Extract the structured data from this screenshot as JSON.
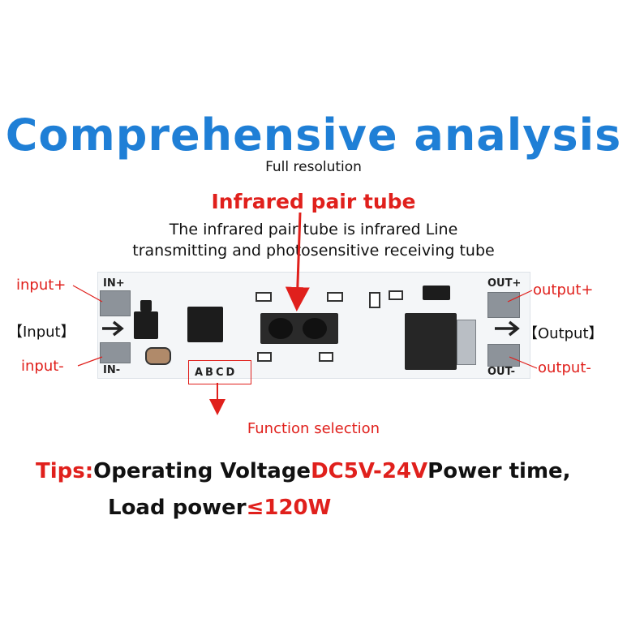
{
  "title": "Comprehensive analysis",
  "subtitle": "Full resolution",
  "infrared": {
    "heading": "Infrared pair tube",
    "desc_line1": "The infrared pair tube is infrared Line",
    "desc_line2": "transmitting and photosensitive receiving tube"
  },
  "left_labels": {
    "input_plus": "input+",
    "input": "【Input】",
    "input_minus": "input-"
  },
  "right_labels": {
    "output_plus": "output+",
    "output": "【Output】",
    "output_minus": "output-"
  },
  "board": {
    "in_plus": "IN+",
    "in_minus": "IN-",
    "out_plus": "OUT+",
    "out_minus": "OUT-",
    "function_pins": "ABCD"
  },
  "function_selection": "Function selection",
  "tips": {
    "label": "Tips:",
    "line1_a": "Operating Voltage",
    "voltage": "DC5V-24V",
    "line1_b": "Power time,",
    "line2_a": "Load power",
    "power": "≤120W"
  },
  "colors": {
    "title": "#1f7fd6",
    "accent_red": "#e0201c"
  }
}
